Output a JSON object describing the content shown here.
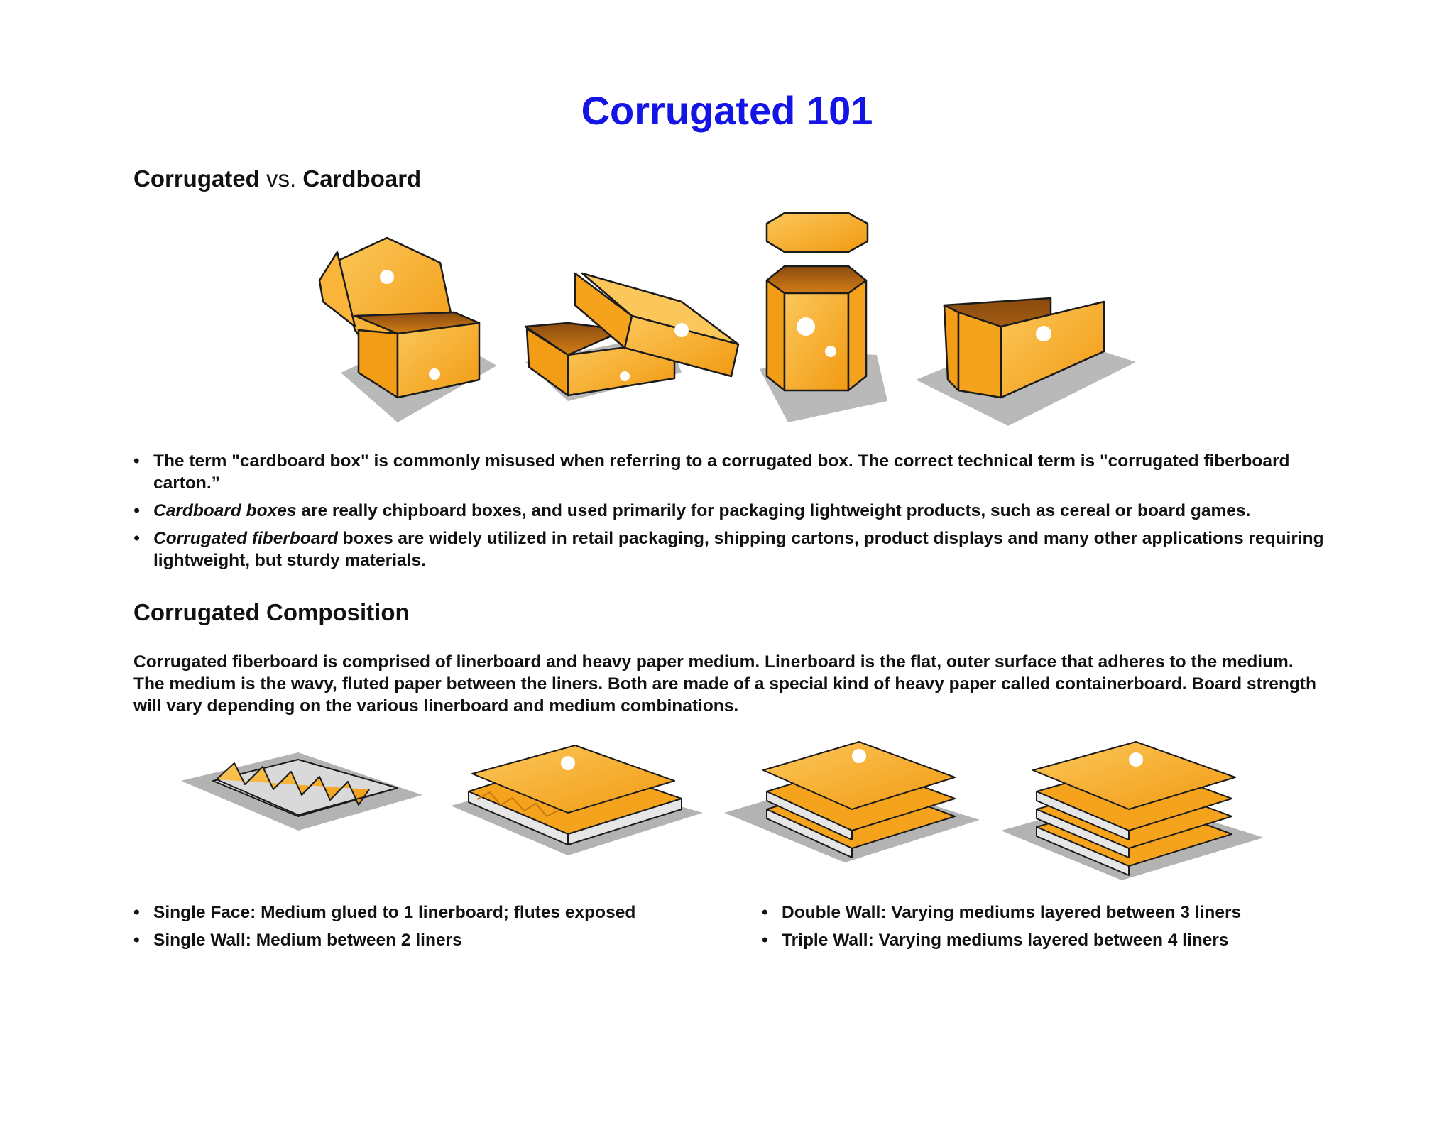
{
  "title": "Corrugated 101",
  "section1": {
    "heading_a": "Corrugated",
    "heading_vs": "vs.",
    "heading_b": "Cardboard",
    "bullets": [
      {
        "lead": "",
        "text": "The term \"cardboard box\" is commonly misused when referring to a corrugated box. The correct technical term is \"corrugated fiberboard carton.”"
      },
      {
        "lead": "Cardboard boxes",
        "text": " are really chipboard boxes, and used primarily for packaging lightweight products, such as cereal or board games."
      },
      {
        "lead": "Corrugated fiberboard",
        "text": " boxes are widely utilized in retail packaging, shipping cartons, product displays and many other applications requiring lightweight, but sturdy materials."
      }
    ]
  },
  "section2": {
    "heading": "Corrugated Composition",
    "paragraph": "Corrugated fiberboard is comprised of linerboard and heavy paper medium. Linerboard is the flat, outer surface that adheres to the medium. The medium is the wavy, fluted paper between the liners. Both are made of a special kind of heavy paper called containerboard. Board strength will vary depending on the various linerboard and medium combinations.",
    "bullets_left": [
      "Single Face: Medium glued to 1 linerboard; flutes exposed",
      "Single Wall: Medium between 2 liners"
    ],
    "bullets_right": [
      "Double Wall: Varying mediums layered between 3 liners",
      "Triple Wall: Varying mediums layered between 4 liners"
    ]
  },
  "colors": {
    "title": "#1414e6",
    "board_orange": "#f5a21c",
    "board_light": "#fbc75a",
    "shadow_gray": "#9e9e9e"
  }
}
